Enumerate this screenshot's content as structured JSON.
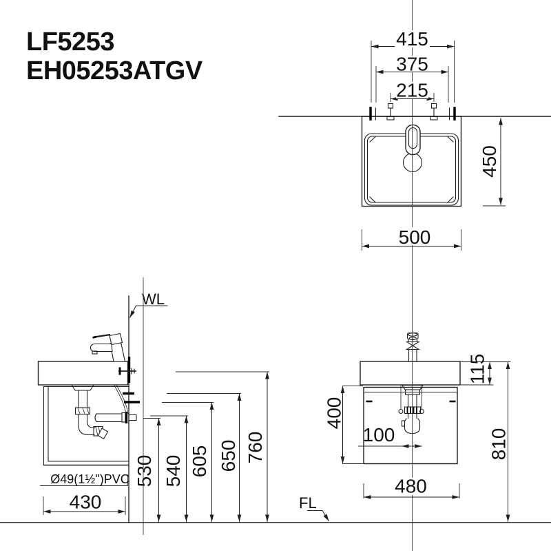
{
  "title": {
    "line1": "LF5253",
    "line2": "EH05253ATGV"
  },
  "labels": {
    "wall": "WL",
    "floor": "FL",
    "pipe": "Ø49(1½\")PVC"
  },
  "top_view": {
    "mount_span_outer": "415",
    "mount_span_inner": "375",
    "faucet_hole_spacing": "215",
    "basin_depth": "450",
    "basin_width": "500"
  },
  "side_view": {
    "cabinet_depth": "430",
    "height_drain": "530",
    "height_trap": "540",
    "height_supply_low": "605",
    "height_supply_high": "650",
    "height_worktop": "760"
  },
  "front_view": {
    "rim_height": "115",
    "cabinet_height": "400",
    "drain_offset": "100",
    "cabinet_width": "480",
    "overall_height": "810"
  }
}
